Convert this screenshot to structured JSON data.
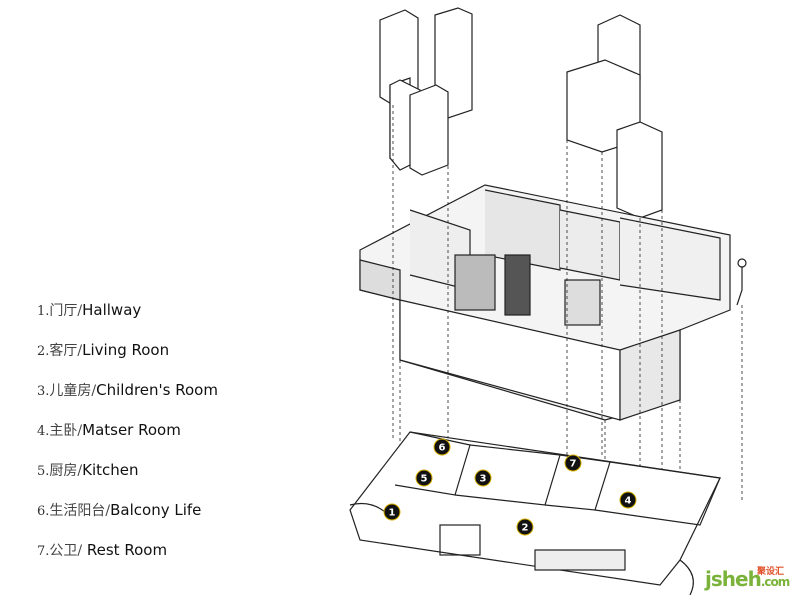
{
  "legend": [
    {
      "num": "1.",
      "cn": "门厅/",
      "en": "Hallway"
    },
    {
      "num": "2.",
      "cn": "客厅/",
      "en": "Living Roon"
    },
    {
      "num": "3.",
      "cn": "儿童房/",
      "en": "Children's Room"
    },
    {
      "num": "4.",
      "cn": "主卧/",
      "en": "Matser Room"
    },
    {
      "num": "5.",
      "cn": "厨房/",
      "en": "Kitchen"
    },
    {
      "num": "6.",
      "cn": "生活阳台/",
      "en": "Balcony Life"
    },
    {
      "num": "7.",
      "cn": "公卫/",
      "en": " Rest Room"
    }
  ],
  "markers": [
    "1",
    "2",
    "3",
    "4",
    "5",
    "6",
    "7"
  ],
  "watermark": {
    "main": "jsheh",
    "cn": "聚设汇",
    "suffix": ".com"
  },
  "colors": {
    "marker": "#111111",
    "line": "#222222",
    "watermark": "#7bb33a"
  }
}
